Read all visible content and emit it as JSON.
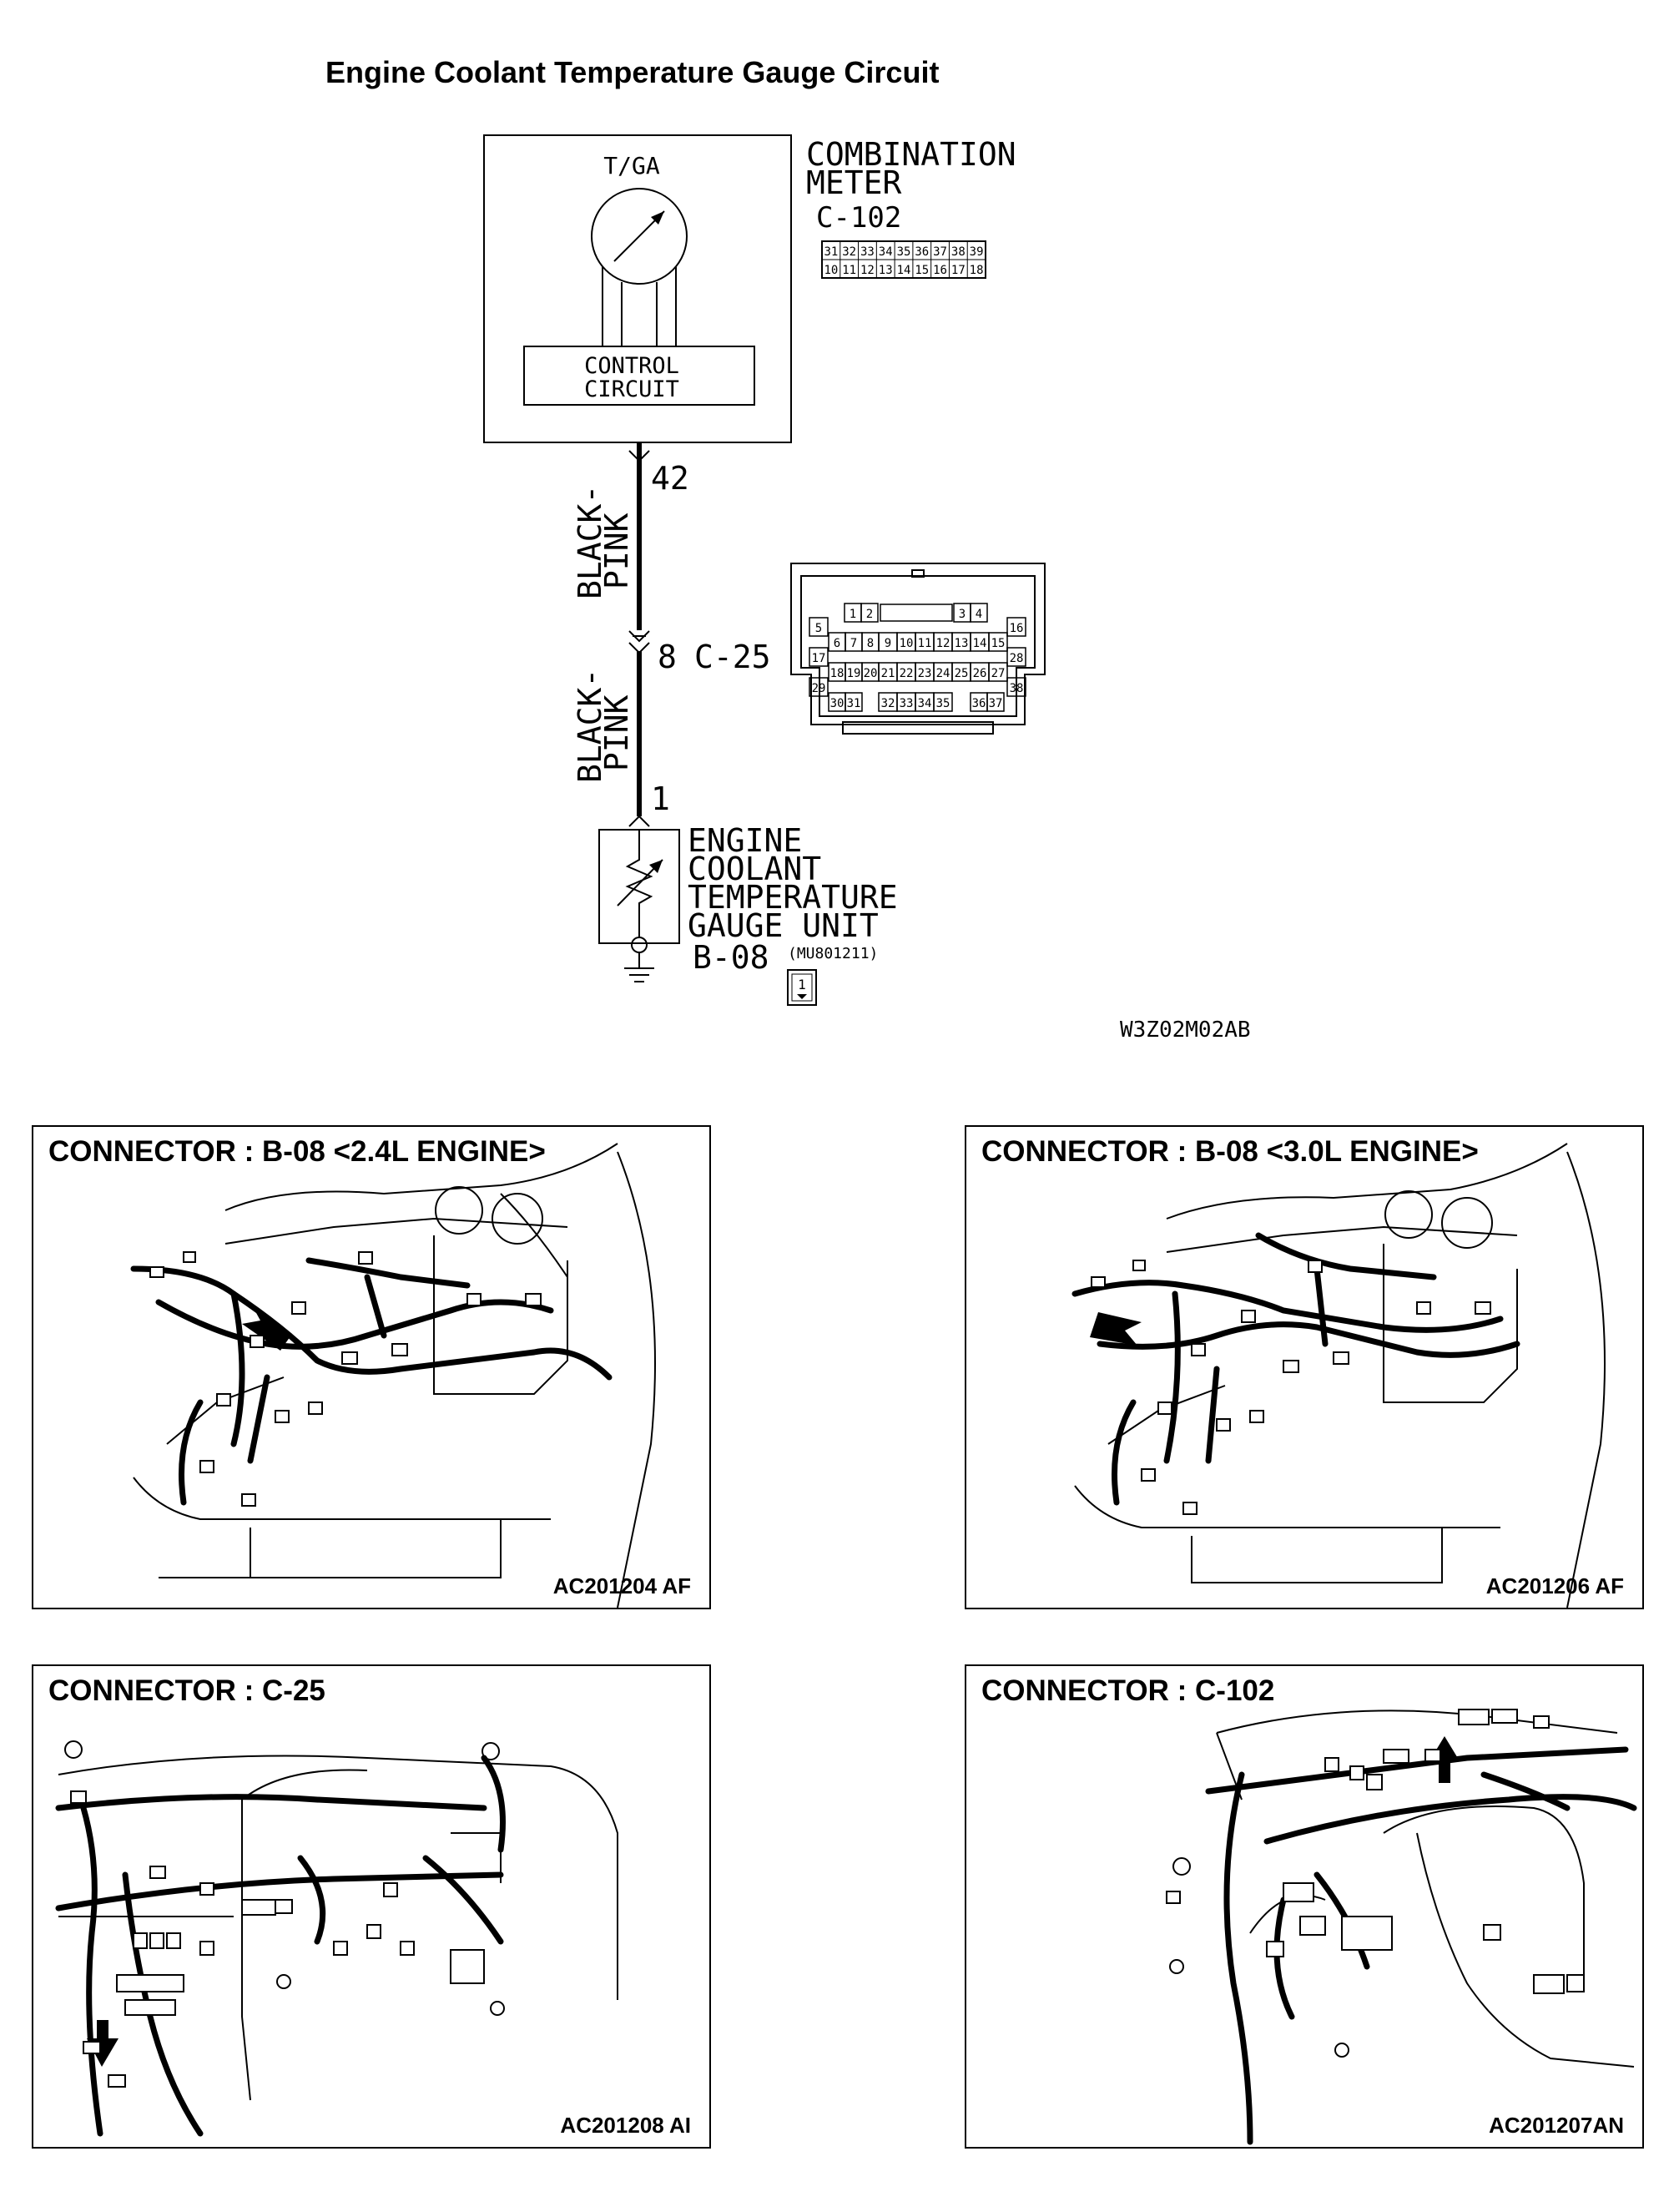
{
  "title": "Engine Coolant Temperature Gauge Circuit",
  "diagram": {
    "meter": {
      "gauge_label": "T/GA",
      "control_label_1": "CONTROL",
      "control_label_2": "CIRCUIT",
      "name_1": "COMBINATION",
      "name_2": "METER",
      "connector": "C-102",
      "pins_top": [
        "31",
        "32",
        "33",
        "34",
        "35",
        "36",
        "37",
        "38",
        "39"
      ],
      "pins_bottom": [
        "10",
        "11",
        "12",
        "13",
        "14",
        "15",
        "16",
        "17",
        "18"
      ]
    },
    "pin_meter": "42",
    "wire_color_1a": "BLACK-",
    "wire_color_1b": "PINK",
    "junction": {
      "pin": "8",
      "connector": "C-25"
    },
    "wire_color_2a": "BLACK-",
    "wire_color_2b": "PINK",
    "pin_sender": "1",
    "c25_pins": [
      "1",
      "2",
      "3",
      "4",
      "5",
      "6",
      "7",
      "8",
      "9",
      "10",
      "11",
      "12",
      "13",
      "14",
      "15",
      "16",
      "17",
      "18",
      "19",
      "20",
      "21",
      "22",
      "23",
      "24",
      "25",
      "26",
      "27",
      "28",
      "29",
      "30",
      "31",
      "32",
      "33",
      "34",
      "35",
      "36",
      "37",
      "38"
    ],
    "sender": {
      "name_1": "ENGINE",
      "name_2": "COOLANT",
      "name_3": "TEMPERATURE",
      "name_4": "GAUGE UNIT",
      "connector": "B-08",
      "part_no": "(MU801211)",
      "pin": "1"
    },
    "figure_code": "W3Z02M02AB"
  },
  "panels": [
    {
      "title": "CONNECTOR : B-08 <2.4L ENGINE>",
      "code": "AC201204 AF"
    },
    {
      "title": "CONNECTOR : B-08 <3.0L ENGINE>",
      "code": "AC201206 AF"
    },
    {
      "title": "CONNECTOR : C-25",
      "code": "AC201208 AI"
    },
    {
      "title": "CONNECTOR : C-102",
      "code": "AC201207AN"
    }
  ]
}
